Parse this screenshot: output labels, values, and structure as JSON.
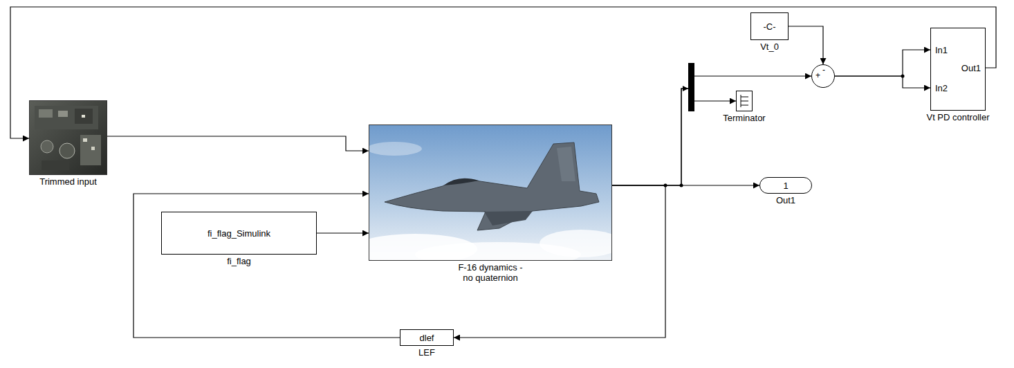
{
  "diagram": {
    "nodes": [
      {
        "text": [
          "-C-",
          "Vt_0"
        ]
      },
      {
        "text": [
          "In1",
          "In2",
          "Out1",
          "Vt PD controller"
        ]
      },
      {
        "text": [
          "+",
          "-"
        ]
      },
      {
        "text": [
          "Trimmed input"
        ]
      },
      {
        "text": [
          "Terminator"
        ]
      },
      {
        "text": [
          "F-16 dynamics - no quaternion"
        ]
      },
      {
        "text": [
          "1",
          "Out1"
        ]
      },
      {
        "text": [
          "fi_flag_Simulink",
          "fi_flag"
        ]
      },
      {
        "text": [
          "dlef",
          "LEF"
        ]
      }
    ],
    "edges": [
      {
        "from": 1,
        "to": 3,
        "arrow": "to"
      },
      {
        "from": 3,
        "to": 5,
        "arrow": "to"
      },
      {
        "from": 7,
        "to": 5,
        "arrow": "to"
      },
      {
        "from": 8,
        "to": 5,
        "arrow": "to"
      },
      {
        "from": 5,
        "to": 8,
        "arrow": "to"
      },
      {
        "from": 5,
        "to": 6,
        "arrow": "to"
      },
      {
        "from": 5,
        "to": 2,
        "arrow": "to"
      },
      {
        "from": 5,
        "to": 4,
        "arrow": "to"
      },
      {
        "from": 0,
        "to": 2,
        "arrow": "to"
      },
      {
        "from": 2,
        "to": 1,
        "arrow": "to"
      },
      {
        "from": 2,
        "to": 1,
        "arrow": "to"
      }
    ]
  }
}
